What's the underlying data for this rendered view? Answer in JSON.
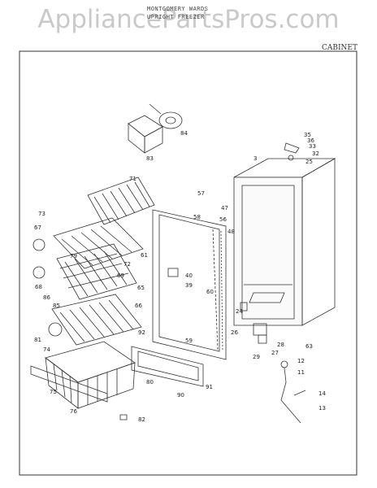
{
  "header": {
    "line1": "MONTGOMERY WARDS",
    "line2": "UPRIGHT FREEZER"
  },
  "watermark": "AppliancePartsPros.com",
  "section_label": "CABINET",
  "part_numbers": [
    "84",
    "83",
    "71",
    "57",
    "73",
    "58",
    "67",
    "47",
    "56",
    "48",
    "79",
    "72",
    "61",
    "69",
    "40",
    "68",
    "65",
    "39",
    "86",
    "60",
    "85",
    "66",
    "24",
    "81",
    "92",
    "26",
    "28",
    "74",
    "59",
    "27",
    "29",
    "80",
    "12",
    "90",
    "11",
    "91",
    "75",
    "14",
    "76",
    "82",
    "13",
    "35",
    "36",
    "33",
    "32",
    "25",
    "3",
    "63"
  ]
}
